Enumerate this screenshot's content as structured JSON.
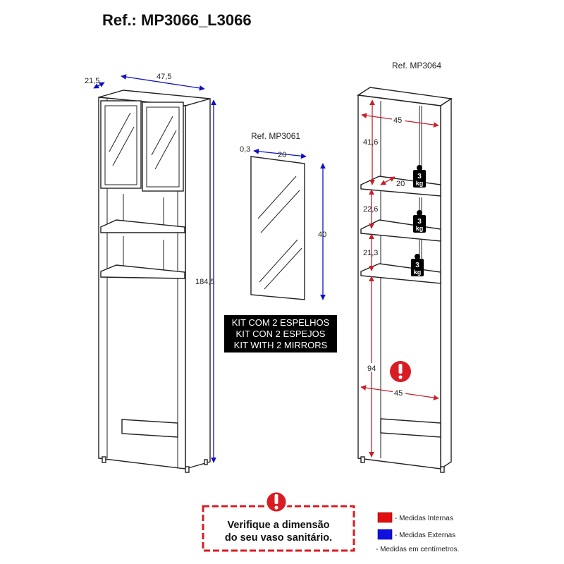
{
  "title": "Ref.: MP3066_L3066",
  "left_cabinet": {
    "depth": "21,5",
    "width": "47,5",
    "height": "184,5"
  },
  "mirror": {
    "ref": "Ref. MP3061",
    "thickness": "0,3",
    "width": "20",
    "height": "40"
  },
  "kit_text": [
    "KIT COM 2 ESPELHOS",
    "KIT CON 2 ESPEJOS",
    "KIT WITH 2 MIRRORS"
  ],
  "right_cabinet": {
    "ref": "Ref. MP3064",
    "inner_width_top": "45",
    "top_space": "41,6",
    "shelf_depth": "20",
    "middle_space": "22,6",
    "lower_space": "21,3",
    "bottom_height": "94",
    "bottom_width": "45",
    "weight_limit": [
      "3",
      "kg"
    ]
  },
  "warning": {
    "line1": "Verifique a dimensão",
    "line2": "do seu vaso sanitário."
  },
  "legend": {
    "internal": "- Medidas Internas",
    "external": "- Medidas Externas",
    "units": "- Medidas em centímetros.",
    "internal_color": "#e01010",
    "external_color": "#1010e0"
  }
}
